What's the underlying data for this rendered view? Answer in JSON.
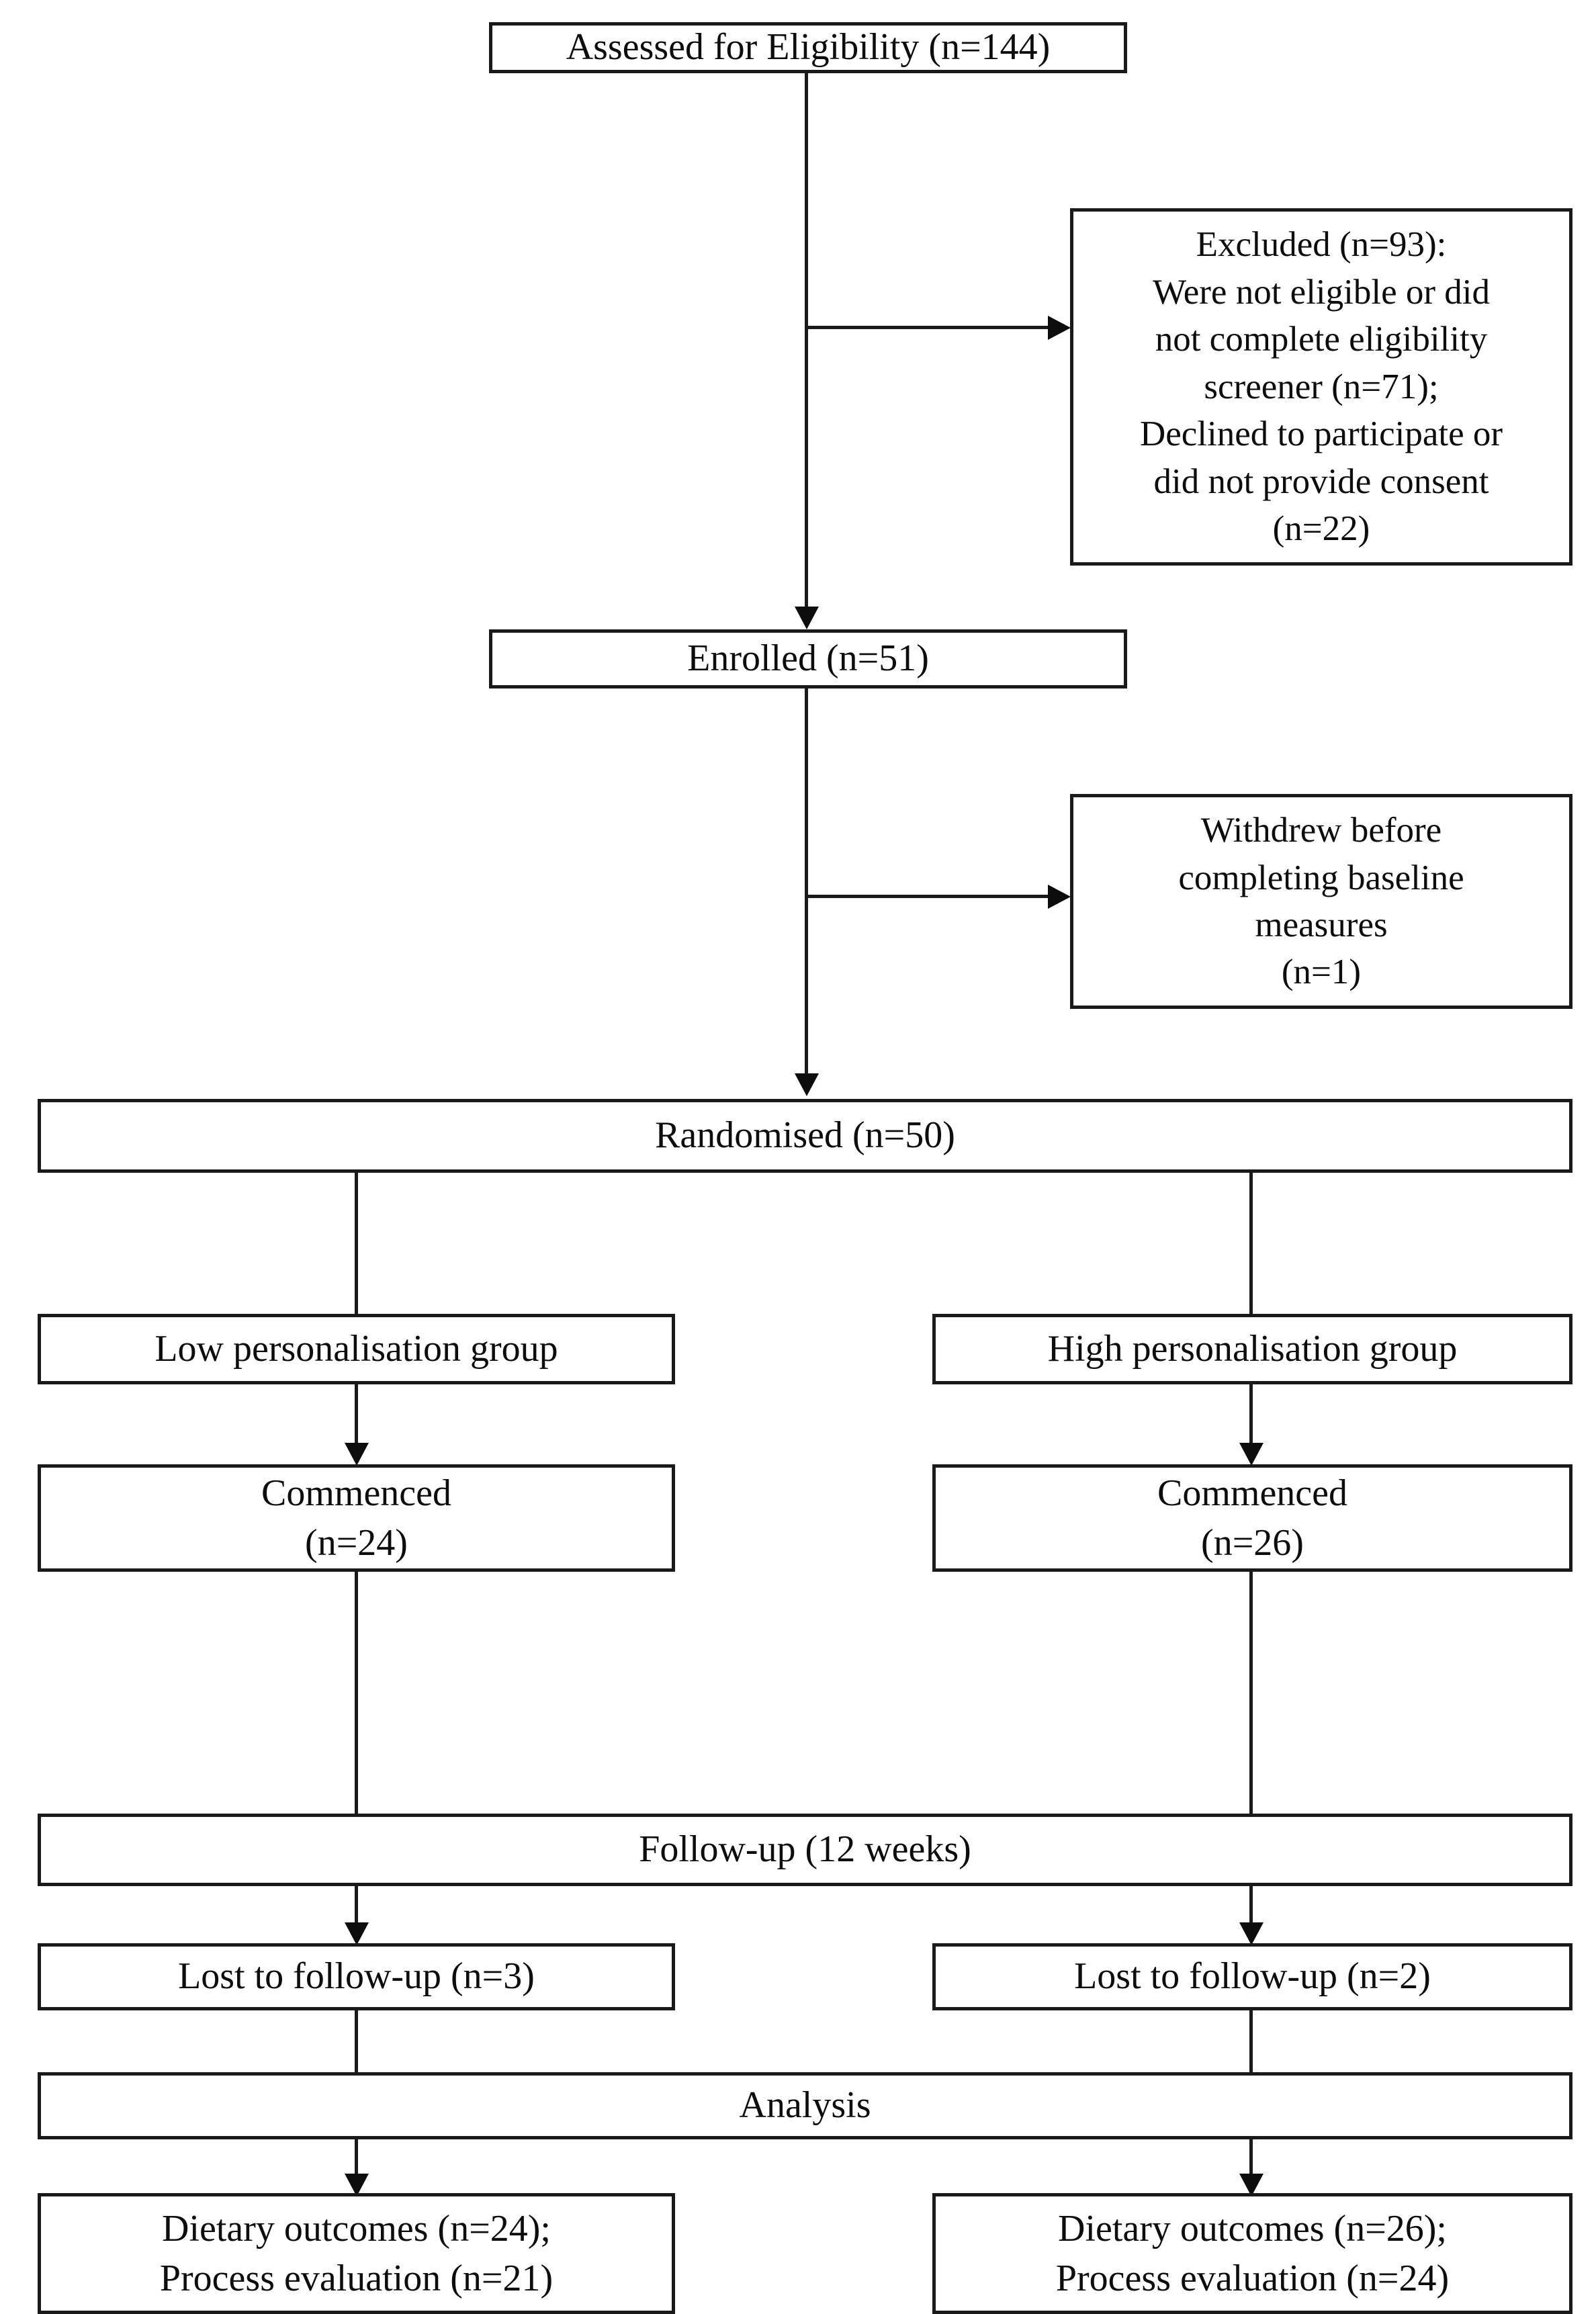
{
  "diagram": {
    "type": "consort-flow-diagram",
    "title": "CONSORT participant flow diagram",
    "line_color": "#1a1a1a",
    "text_color": "#0d0d0d",
    "background_color": "#ffffff"
  },
  "boxes": {
    "assessed": {
      "label": "Assessed for Eligibility (n=144)",
      "n": 144
    },
    "excluded": {
      "label": "Excluded (n=93):\nWere not eligible or did\nnot complete eligibility\nscreener (n=71);\nDeclined to participate or\ndid not provide consent\n(n=22)",
      "n": 93,
      "reasons": [
        {
          "text": "Were not eligible or did not complete eligibility screener",
          "n": 71
        },
        {
          "text": "Declined to participate or did not provide consent",
          "n": 22
        }
      ]
    },
    "enrolled": {
      "label": "Enrolled (n=51)",
      "n": 51
    },
    "withdrew": {
      "label": "Withdrew before\ncompleting baseline\nmeasures\n(n=1)",
      "n": 1
    },
    "randomised": {
      "label": "Randomised (n=50)",
      "n": 50
    },
    "low_group": {
      "label": "Low personalisation group"
    },
    "high_group": {
      "label": "High personalisation group"
    },
    "low_commenced": {
      "label": "Commenced\n(n=24)",
      "n": 24
    },
    "high_commenced": {
      "label": "Commenced\n(n=26)",
      "n": 26
    },
    "followup": {
      "label": "Follow-up (12 weeks)",
      "weeks": 12
    },
    "low_lost": {
      "label": "Lost to follow-up (n=3)",
      "n": 3
    },
    "high_lost": {
      "label": "Lost to follow-up (n=2)",
      "n": 2
    },
    "analysis": {
      "label": "Analysis"
    },
    "low_outcomes": {
      "label": "Dietary outcomes (n=24);\nProcess evaluation (n=21)",
      "dietary_n": 24,
      "process_n": 21
    },
    "high_outcomes": {
      "label": "Dietary outcomes (n=26);\nProcess evaluation (n=24)",
      "dietary_n": 26,
      "process_n": 24
    }
  }
}
